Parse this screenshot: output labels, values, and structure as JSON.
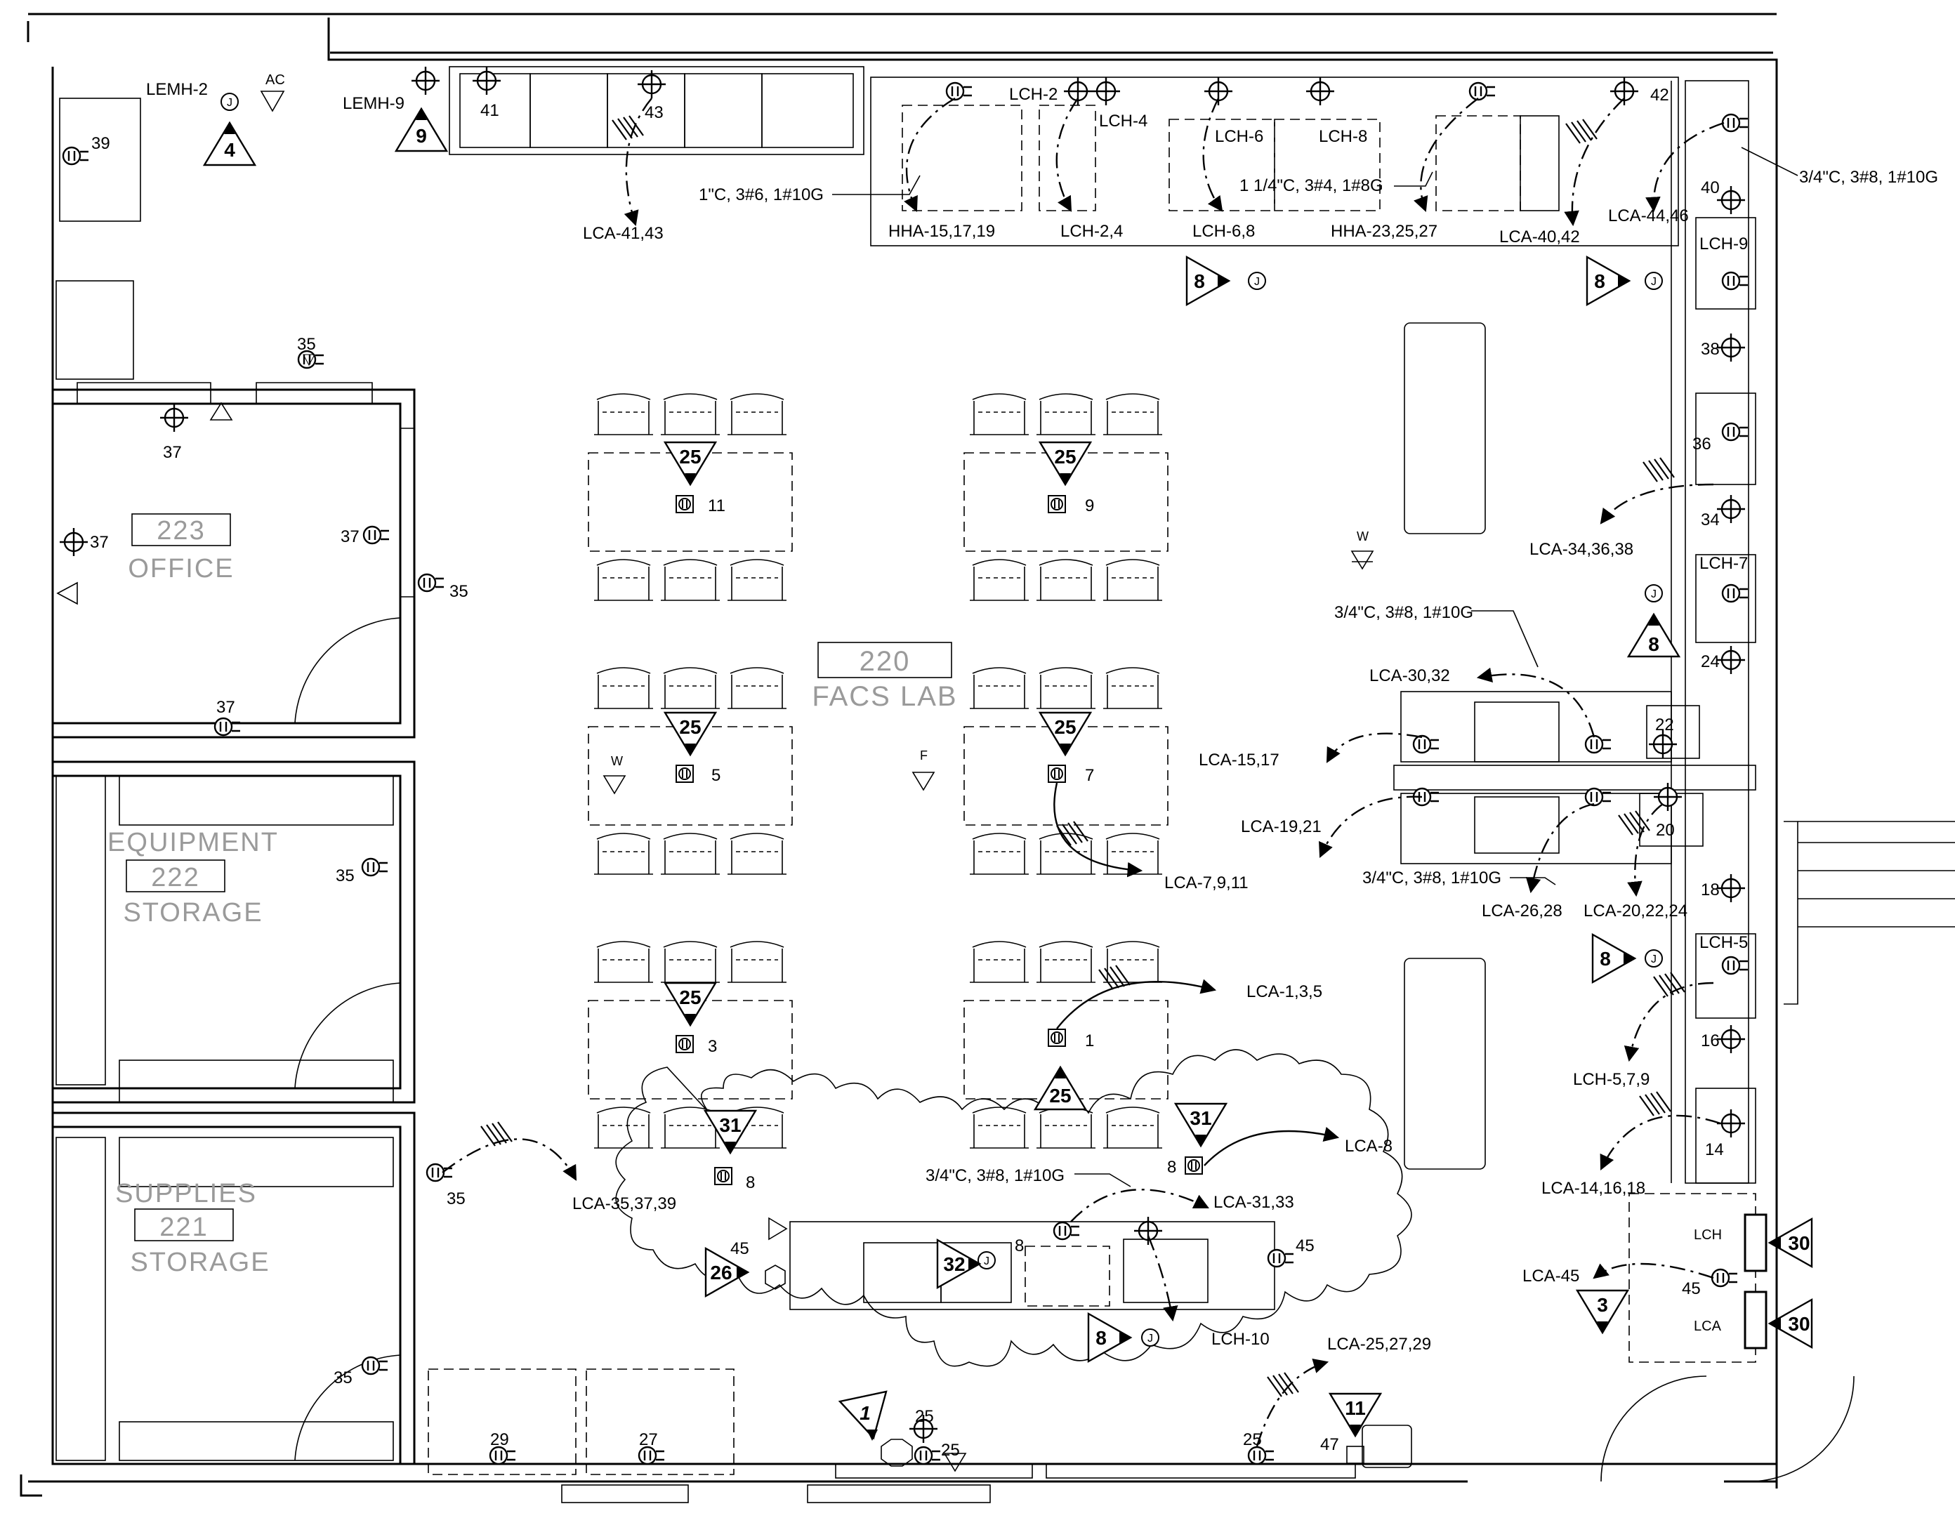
{
  "rooms": {
    "office": {
      "number": "223",
      "name": "OFFICE"
    },
    "equipment": {
      "top": "EQUIPMENT",
      "number": "222",
      "bottom": "STORAGE"
    },
    "supplies": {
      "top": "SUPPLIES",
      "number": "221",
      "bottom": "STORAGE"
    },
    "facs": {
      "number": "220",
      "name": "FACS LAB"
    }
  },
  "tags": {
    "lemh2": "LEMH-2",
    "ac": "AC",
    "lemh9": "LEMH-9",
    "lch2": "LCH-2",
    "lch4": "LCH-4",
    "lch6": "LCH-6",
    "lch8": "LCH-8",
    "lch9": "LCH-9",
    "lch7": "LCH-7",
    "lch5": "LCH-5",
    "lch": "LCH",
    "lca": "LCA",
    "w": "W",
    "f": "F"
  },
  "notes": {
    "cond_1": "1\"C, 3#6, 1#10G",
    "cond_1_14": "1 1/4\"C, 3#4, 1#8G",
    "cond_34": "3/4\"C, 3#8, 1#10G"
  },
  "homeruns": {
    "lca_41_43": "LCA-41,43",
    "hha_15": "HHA-15,17,19",
    "lch_24": "LCH-2,4",
    "lch_68": "LCH-6,8",
    "hha_23": "HHA-23,25,27",
    "lca_40_42": "LCA-40,42",
    "lca_44_46": "LCA-44,46",
    "lca_34": "LCA-34,36,38",
    "lca_30": "LCA-30,32",
    "lca_15": "LCA-15,17",
    "lca_19": "LCA-19,21",
    "lca_7": "LCA-7,9,11",
    "lca_26": "LCA-26,28",
    "lca_20": "LCA-20,22,24",
    "lca_1": "LCA-1,3,5",
    "lch_579": "LCH-5,7,9",
    "lca_14": "LCA-14,16,18",
    "lca_8": "LCA-8",
    "lca_31": "LCA-31,33",
    "lca_35": "LCA-35,37,39",
    "lca_45": "LCA-45",
    "lch_10": "LCH-10",
    "lca_25": "LCA-25,27,29"
  },
  "circuits": {
    "c39": "39",
    "c35a": "35",
    "c37a": "37",
    "c37b": "37",
    "c37c": "37",
    "c35b": "35",
    "c37d": "37",
    "c35c": "35",
    "c35d": "35",
    "c35e": "35",
    "c41": "41",
    "c43": "43",
    "c42": "42",
    "c40": "40",
    "c38": "38",
    "c36": "36",
    "c34": "34",
    "c24": "24",
    "c22": "22",
    "c20": "20",
    "c18": "18",
    "c16": "16",
    "c14": "14",
    "c11": "11",
    "c9": "9",
    "c5": "5",
    "c7": "7",
    "c3": "3",
    "c1": "1",
    "c8a": "8",
    "c8b": "8",
    "c8c": "8",
    "c45a": "45",
    "c45b": "45",
    "c45c": "45",
    "c29": "29",
    "c27": "27",
    "c25a": "25",
    "c25b": "25",
    "c25c": "25",
    "c47": "47"
  },
  "keynotes": {
    "k4": "4",
    "k9": "9",
    "k8a": "8",
    "k8b": "8",
    "k8c": "8",
    "k8d": "8",
    "k8e": "8",
    "k25a": "25",
    "k25b": "25",
    "k25c": "25",
    "k25d": "25",
    "k25e": "25",
    "k25f": "25",
    "k31a": "31",
    "k31b": "31",
    "k26": "26",
    "k32": "32",
    "k1": "1",
    "k11": "11",
    "k3": "3",
    "k30a": "30",
    "k30b": "30"
  }
}
